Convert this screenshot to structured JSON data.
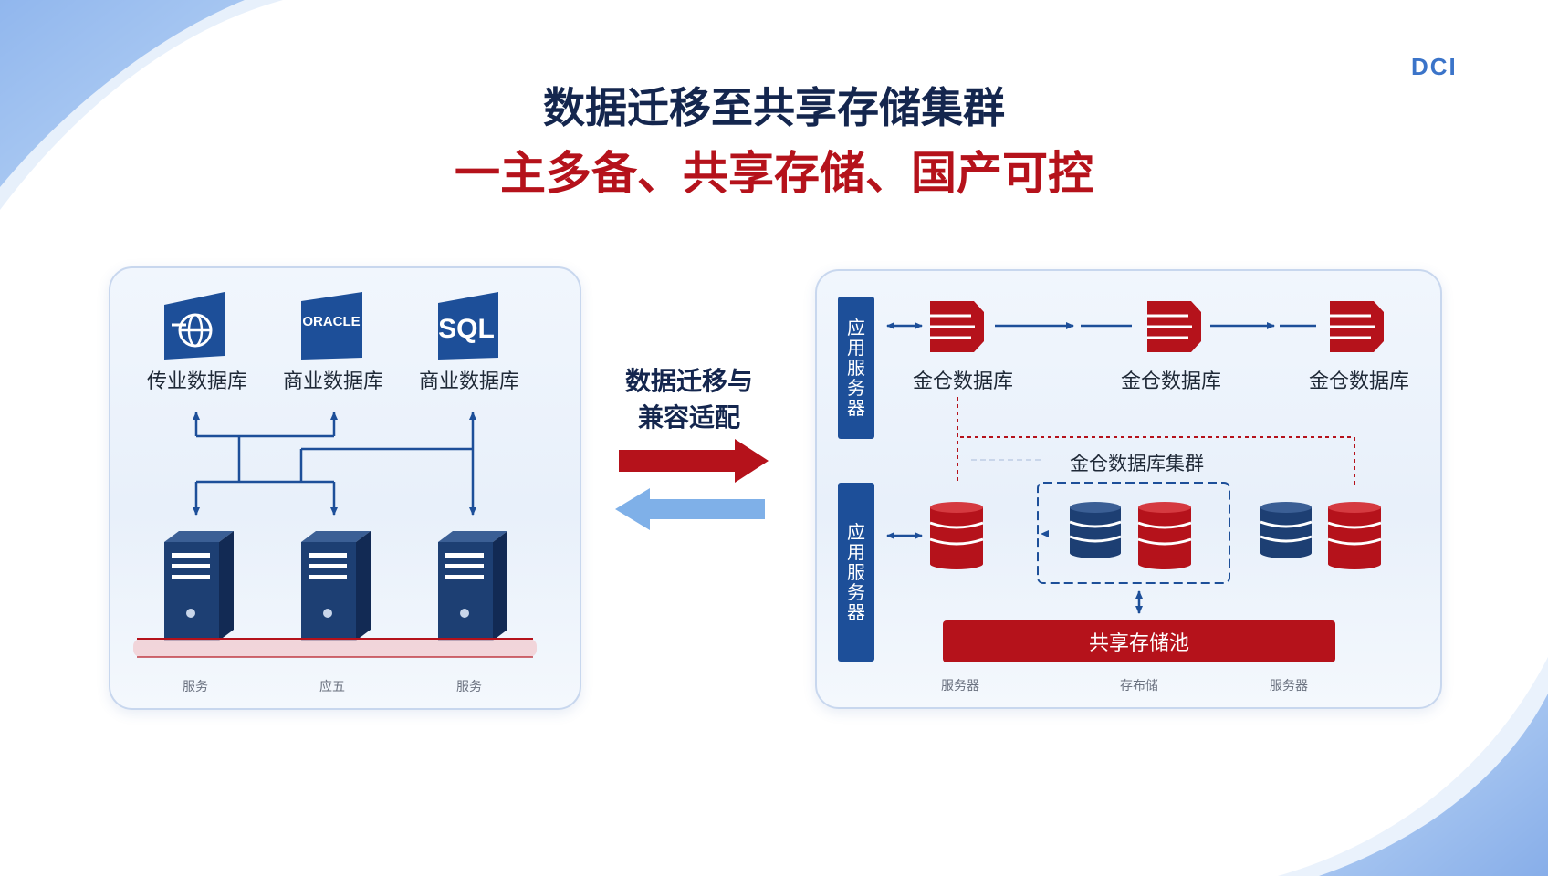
{
  "logo_text": "DCI",
  "title": {
    "main": "数据迁移至共享存储集群",
    "sub": "一主多备、共享存储、国产可控"
  },
  "left_panel": {
    "databases": [
      {
        "icon": "globe-database-icon",
        "icon_text": "",
        "label": "传业数据库"
      },
      {
        "icon": "oracle-logo-icon",
        "icon_text": "ORACLE",
        "label": "商业数据库"
      },
      {
        "icon": "sql-logo-icon",
        "icon_text": "SQL",
        "label": "商业数据库"
      }
    ],
    "servers": [
      {
        "icon": "server-tower-icon",
        "caption": "服务"
      },
      {
        "icon": "server-tower-icon",
        "caption": "应五"
      },
      {
        "icon": "server-tower-icon",
        "caption": "服务"
      }
    ]
  },
  "middle": {
    "line1": "数据迁移与",
    "line2": "兼容适配"
  },
  "right_panel": {
    "app_server_label": [
      "应",
      "用",
      "服",
      "务",
      "器"
    ],
    "top_nodes": [
      {
        "icon": "database-stack-icon",
        "label": "金仓数据库"
      },
      {
        "icon": "database-stack-icon",
        "label": "金仓数据库"
      },
      {
        "icon": "database-stack-icon",
        "label": "金仓数据库"
      }
    ],
    "cluster_label": "金仓数据库集群",
    "storage_pool": "共享存储池",
    "captions": [
      "服务器",
      "存布储",
      "服务器"
    ]
  },
  "colors": {
    "navy": "#1d3f73",
    "blue": "#1d4f99",
    "red": "#b5121b",
    "light_blue": "#7fb0e8"
  }
}
